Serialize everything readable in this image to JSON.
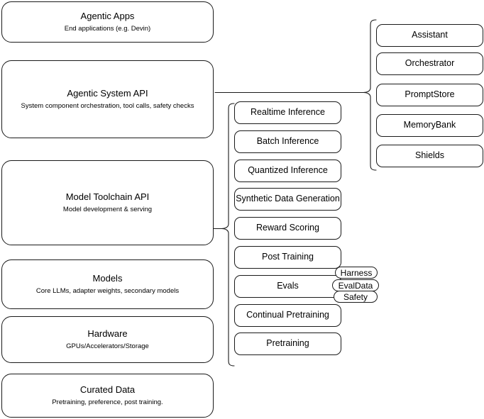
{
  "diagram": {
    "title": "LLM stack layered architecture",
    "stroke_color": "#1a1a1a",
    "background_color": "#ffffff"
  },
  "layers": [
    {
      "name": "agentic-apps",
      "title": "Agentic Apps",
      "subtitle": "End applications (e.g. Devin)"
    },
    {
      "name": "agentic-system-api",
      "title": "Agentic System API",
      "subtitle": "System component orchestration, tool calls, safety checks"
    },
    {
      "name": "model-toolchain-api",
      "title": "Model Toolchain API",
      "subtitle": "Model development & serving"
    },
    {
      "name": "models",
      "title": "Models",
      "subtitle": "Core LLMs, adapter weights, secondary models"
    },
    {
      "name": "hardware",
      "title": "Hardware",
      "subtitle": "GPUs/Accelerators/Storage"
    },
    {
      "name": "curated-data",
      "title": "Curated Data",
      "subtitle": "Pretraining, preference, post training."
    }
  ],
  "toolchain_components": [
    {
      "name": "realtime-inference",
      "label": "Realtime Inference"
    },
    {
      "name": "batch-inference",
      "label": "Batch Inference"
    },
    {
      "name": "quantized-inference",
      "label": "Quantized Inference"
    },
    {
      "name": "synthetic-data-generation",
      "label": "Synthetic Data Generation"
    },
    {
      "name": "reward-scoring",
      "label": "Reward Scoring"
    },
    {
      "name": "post-training",
      "label": "Post Training"
    },
    {
      "name": "evals",
      "label": "Evals"
    },
    {
      "name": "continual-pretraining",
      "label": "Continual Pretraining"
    },
    {
      "name": "pretraining",
      "label": "Pretraining"
    }
  ],
  "evals_badges": [
    {
      "name": "harness",
      "label": "Harness"
    },
    {
      "name": "evaldata",
      "label": "EvalData"
    },
    {
      "name": "safety",
      "label": "Safety"
    }
  ],
  "agentic_components": [
    {
      "name": "assistant",
      "label": "Assistant"
    },
    {
      "name": "orchestrator",
      "label": "Orchestrator"
    },
    {
      "name": "promptstore",
      "label": "PromptStore"
    },
    {
      "name": "memorybank",
      "label": "MemoryBank"
    },
    {
      "name": "shields",
      "label": "Shields"
    }
  ]
}
